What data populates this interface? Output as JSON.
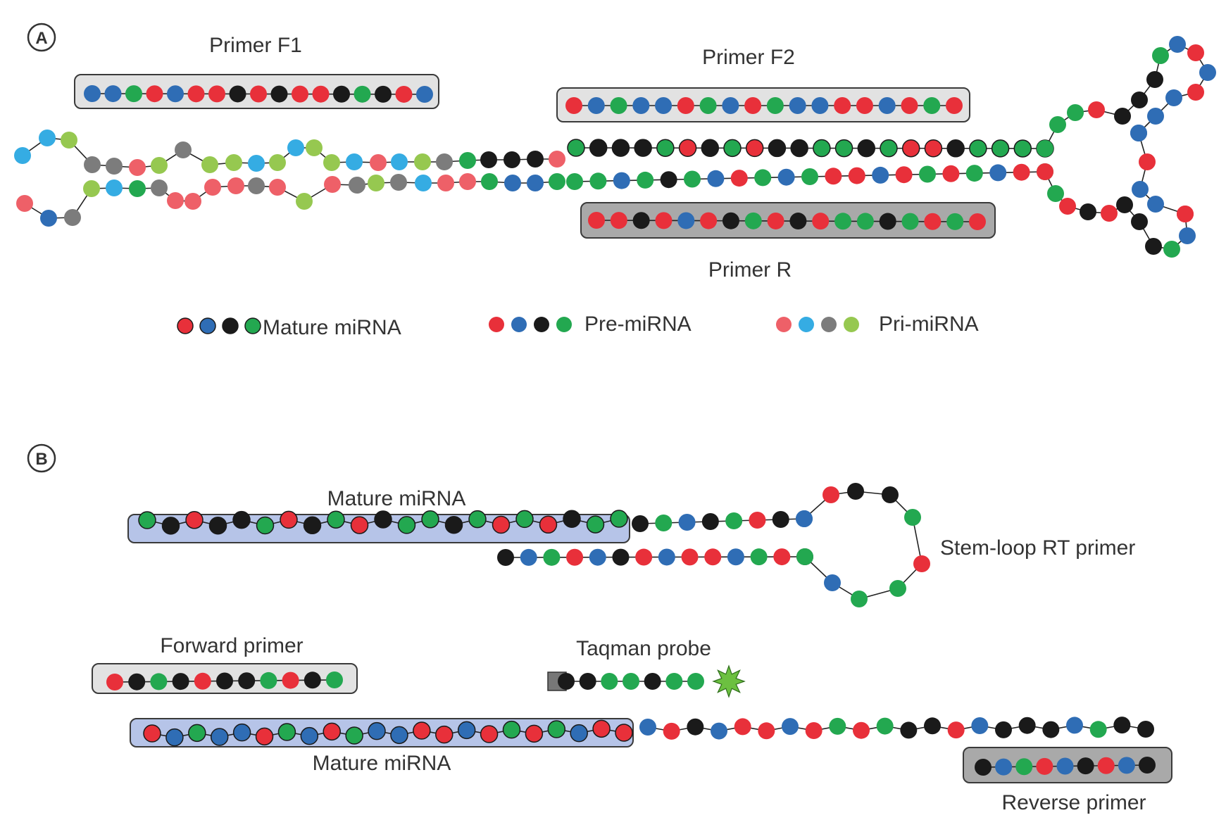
{
  "panels": {
    "a": "A",
    "b": "B"
  },
  "labels": {
    "primer_f1": "Primer F1",
    "primer_f2": "Primer F2",
    "primer_r": "Primer R",
    "legend_mature": "Mature miRNA",
    "legend_pre": "Pre-miRNA",
    "legend_pri": "Pri-miRNA",
    "b_mature_top": "Mature miRNA",
    "stem_loop": "Stem-loop RT primer",
    "forward_primer": "Forward primer",
    "taqman_probe": "Taqman probe",
    "b_mature_bottom": "Mature miRNA",
    "reverse_primer": "Reverse primer"
  },
  "colors": {
    "mature_red": "#e8303a",
    "mature_blue": "#2f6db5",
    "mature_black": "#1a1a1a",
    "mature_green": "#23a850",
    "pri_red": "#ee6068",
    "pri_blue": "#35ace3",
    "pri_gray": "#7c7c7c",
    "pri_green": "#96c850",
    "primer_box_light": "#e2e2e2",
    "primer_box_dark": "#a9a9a9",
    "mature_box": "#b6c4e8",
    "quencher": "#777777",
    "fluorophore": "#6cc040"
  },
  "legend": {
    "mature": [
      "red",
      "blue",
      "black",
      "green"
    ],
    "pre": [
      "red",
      "blue",
      "black",
      "green"
    ],
    "pri": [
      "pri_red",
      "pri_blue",
      "pri_gray",
      "pri_green"
    ]
  }
}
